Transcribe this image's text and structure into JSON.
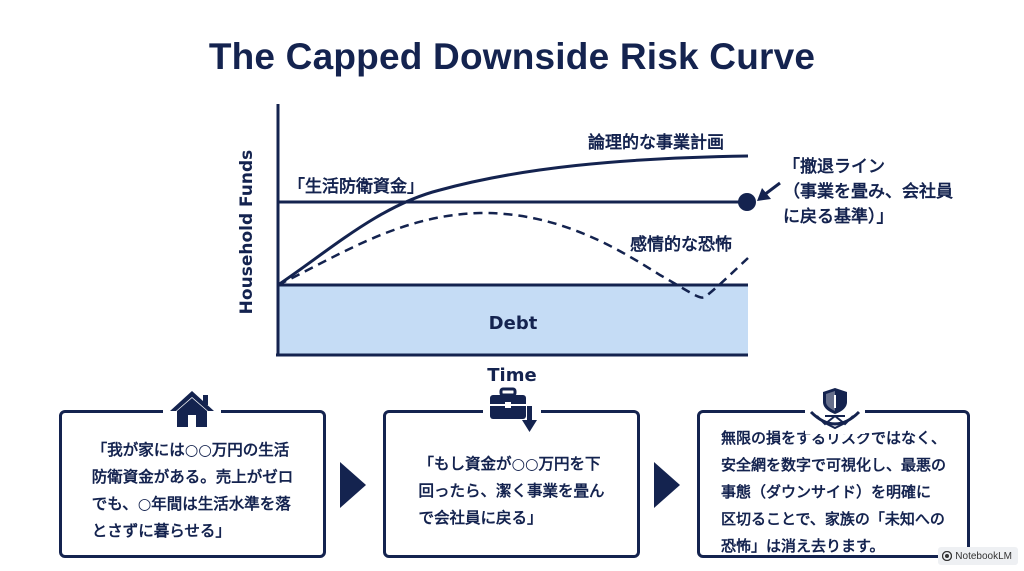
{
  "title": "The Capped Downside Risk Curve",
  "chart_data": {
    "type": "diagram",
    "ylabel": "Household Funds",
    "xlabel": "Time",
    "band_label": "Debt",
    "curves": [
      {
        "name": "論理的な事業計画",
        "style": "solid"
      },
      {
        "name": "感情的な恐怖",
        "style": "dashed"
      }
    ],
    "threshold_label": "「生活防衛資金」",
    "exit_label_lines": [
      "「撤退ライン",
      "（事業を畳み、会社員",
      "に戻る基準）」"
    ]
  },
  "boxes": [
    {
      "icon": "home-icon",
      "text": "「我が家には○○万円の生活\n防衛資金がある。売上がゼロ\nでも、○年間は生活水準を落\nとさずに暮らせる」"
    },
    {
      "icon": "briefcase-down-icon",
      "text": "「もし資金が○○万円を下\n回ったら、潔く事業を畳ん\nで会社員に戻る」"
    },
    {
      "icon": "shield-net-icon",
      "text": "無限の損をするリスクではなく、\n安全網を数字で可視化し、最悪の\n事態（ダウンサイド）を明確に\n区切ることで、家族の「未知への\n恐怖」は消え去ります。"
    }
  ],
  "brand": "NotebookLM",
  "colors": {
    "navy": "#14234f",
    "debt_fill": "#c5dcf5"
  }
}
